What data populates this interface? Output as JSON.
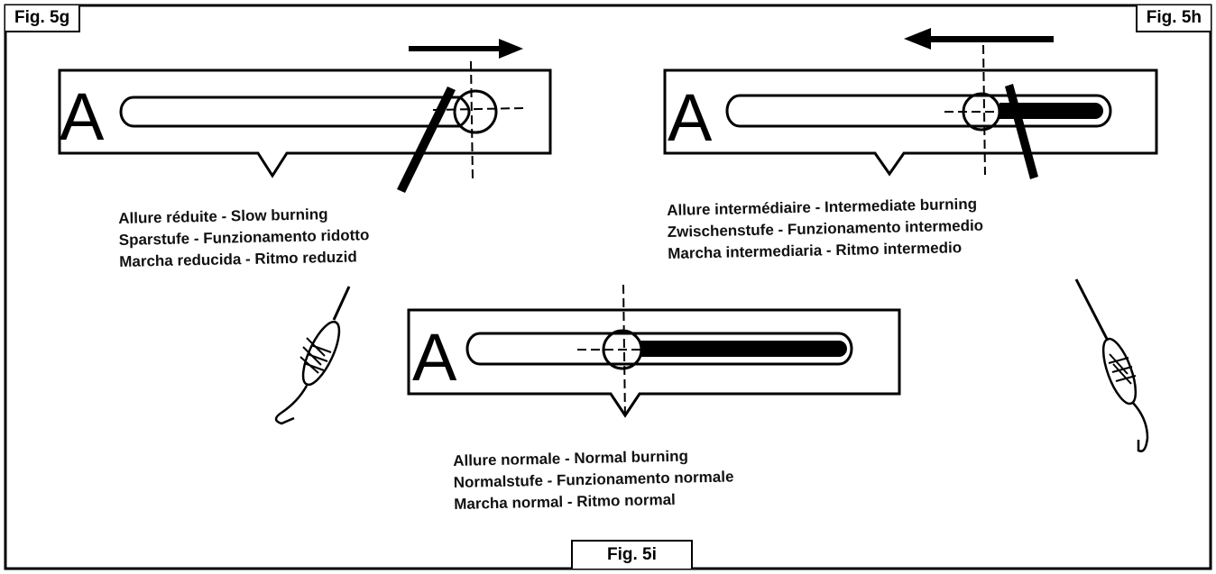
{
  "figures": {
    "fig_5g": {
      "label": "Fig. 5g",
      "slot_letter": "A",
      "caption": [
        "Allure réduite - Slow burning",
        "Sparstufe - Funzionamento ridotto",
        "Marcha reducida - Ritmo reduzid"
      ]
    },
    "fig_5h": {
      "label": "Fig. 5h",
      "slot_letter": "A",
      "caption": [
        "Allure intermédiaire - Intermediate burning",
        "Zwischenstufe - Funzionamento intermedio",
        "Marcha intermediaria - Ritmo intermedio"
      ]
    },
    "fig_5i": {
      "label": "Fig. 5i",
      "slot_letter": "A",
      "caption": [
        "Allure normale - Normal burning",
        "Normalstufe - Funzionamento normale",
        "Marcha normal - Ritmo normal"
      ]
    }
  },
  "colors": {
    "ink": "#000000",
    "paper": "#ffffff"
  },
  "icons": [
    "arrow-right-icon",
    "arrow-left-icon",
    "crosshair-icon",
    "poker-tool-icon"
  ]
}
